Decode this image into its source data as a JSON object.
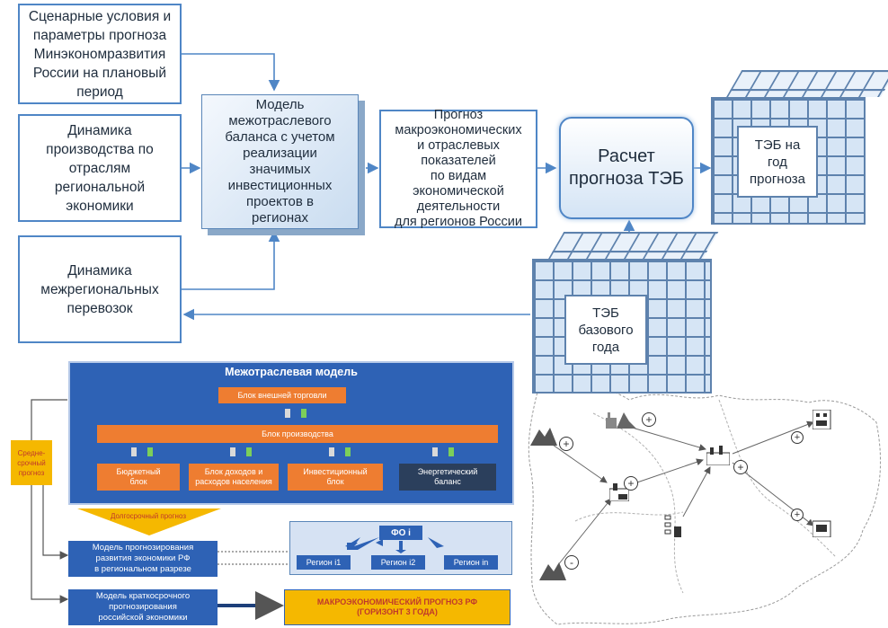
{
  "top": {
    "scenario_box": "Сценарные условия и\nпараметры прогноза\nМинэкономразвития\nРоссии на плановый\nпериод",
    "production_box": "Динамика\nпроизводства по\nотраслям\nрегиональной\nэкономики",
    "transport_box": "Динамика\nмежрегиональных\nперевозок",
    "model_box": "Модель\nмежотраслевого\nбаланса с учетом\nреализации\nзначимых\nинвестиционных\nпроектов в\nрегионах",
    "forecast_box": "Прогноз\nмакроэкономических\nи отраслевых\nпоказателей\nпо видам\nэкономической\nдеятельности\nдля регионов России",
    "calc_box": "Расчет\nпрогноза ТЭБ",
    "cube_forecast_label": "ТЭБ на\nгод\nпрогноза",
    "cube_base_label": "ТЭБ\nбазового\nгода"
  },
  "bottom": {
    "panel_title": "Межотраслевая модель",
    "foreign_trade": "Блок внешней торговли",
    "production": "Блок производства",
    "budget": "Бюджетный\nблок",
    "income": "Блок доходов и\nрасходов населения",
    "investment": "Инвестиционный\nблок",
    "energy": "Энергетический\nбаланс",
    "medium_term": "Средне-\nсрочный\nпрогноз",
    "long_term": "Долгосрочный прогноз",
    "regional_model": "Модель прогнозирования\nразвития экономики РФ\nв региональном разрезе",
    "short_term_model": "Модель краткосрочного\nпрогнозирования\nроссийской экономики",
    "fo": "ФО i",
    "region_1": "Регион i1",
    "region_2": "Регион i2",
    "region_n": "Регион in",
    "macro_forecast": "МАКРОЭКОНОМИЧЕСКИЙ ПРОГНОЗ РФ\n(ГОРИЗОНТ 3 ГОДА)"
  },
  "map": {
    "plus_sign": "+",
    "minus_sign": "-"
  },
  "colors": {
    "box_border": "#4f86c6",
    "panel_blue": "#2e62b5",
    "orange": "#ee7d31",
    "yellow": "#f5b800",
    "energy_dark": "#2b3f5c"
  }
}
